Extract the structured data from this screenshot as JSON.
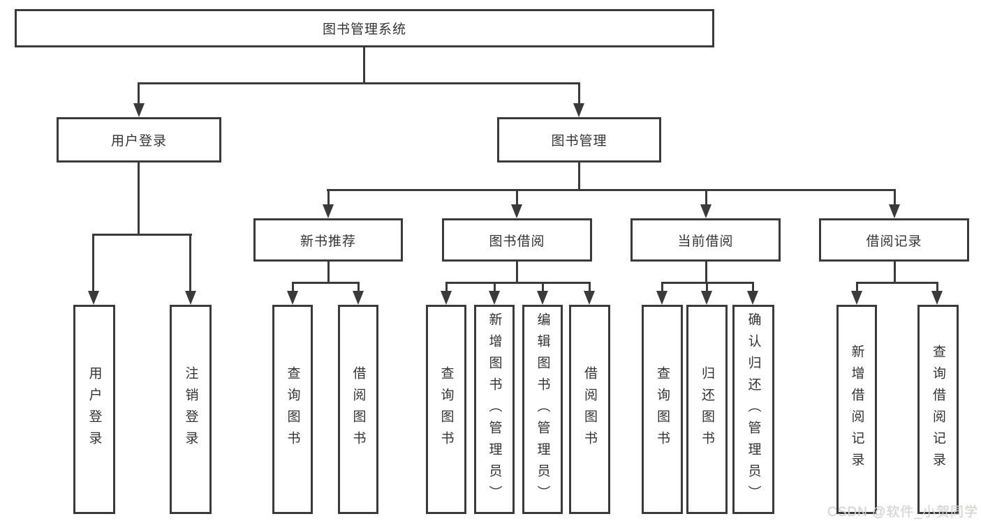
{
  "tree": {
    "root": {
      "label": "图书管理系统"
    },
    "login": {
      "label": "用户登录",
      "children": [
        {
          "label": "用户登录"
        },
        {
          "label": "注销登录"
        }
      ]
    },
    "mgmt": {
      "label": "图书管理",
      "sections": [
        {
          "label": "新书推荐",
          "children": [
            {
              "label": "查询图书"
            },
            {
              "label": "借阅图书"
            }
          ]
        },
        {
          "label": "图书借阅",
          "children": [
            {
              "label": "查询图书"
            },
            {
              "label": "新增图书（管理员）"
            },
            {
              "label": "编辑图书（管理员）"
            },
            {
              "label": "借阅图书"
            }
          ]
        },
        {
          "label": "当前借阅",
          "children": [
            {
              "label": "查询图书"
            },
            {
              "label": "归还图书"
            },
            {
              "label": "确认归还（管理员）"
            }
          ]
        },
        {
          "label": "借阅记录",
          "children": [
            {
              "label": "新增借阅记录"
            },
            {
              "label": "查询借阅记录"
            }
          ]
        }
      ]
    }
  },
  "watermark": "CSDN @软件_小贺同学",
  "colors": {
    "line": "#3a3a3a",
    "text": "#333333",
    "background": "#ffffff",
    "watermark": "#d7d7d5"
  }
}
